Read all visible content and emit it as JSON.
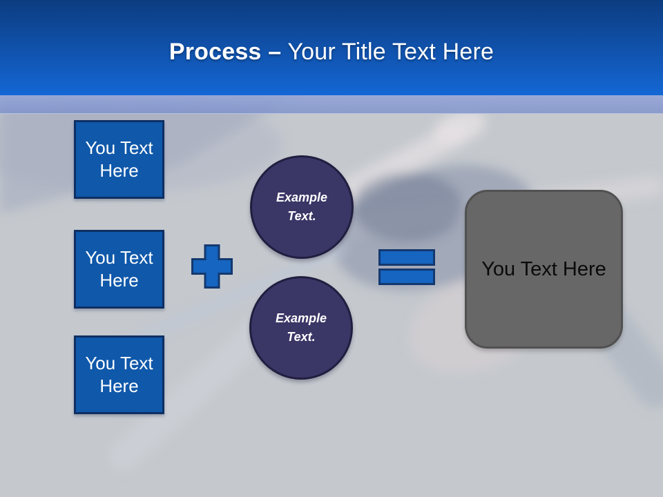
{
  "slide": {
    "header": {
      "title_primary": "Process –",
      "title_secondary": " Your Title Text Here"
    },
    "diagram": {
      "input_boxes": [
        {
          "label": "You Text Here"
        },
        {
          "label": "You Text Here"
        },
        {
          "label": "You Text Here"
        }
      ],
      "example_circles": [
        {
          "label": "Example Text."
        },
        {
          "label": "Example Text."
        }
      ],
      "operators": [
        {
          "icon": "plus-icon"
        },
        {
          "icon": "equals-icon"
        }
      ],
      "result_box": {
        "label": "You Text Here"
      }
    },
    "colors": {
      "header_gradient_top": "#0c3c80",
      "header_gradient_bottom": "#1467d5",
      "band": "#8ea0cd",
      "body_background": "#c5c9ce",
      "box_blue": "#0f58aa",
      "box_blue_border": "#0e2f63",
      "operator_blue": "#1565c1",
      "operator_border": "#14386e",
      "circle_fill": "#3a3666",
      "circle_border": "#211e40",
      "result_fill": "#676767",
      "result_border": "#515151"
    }
  }
}
